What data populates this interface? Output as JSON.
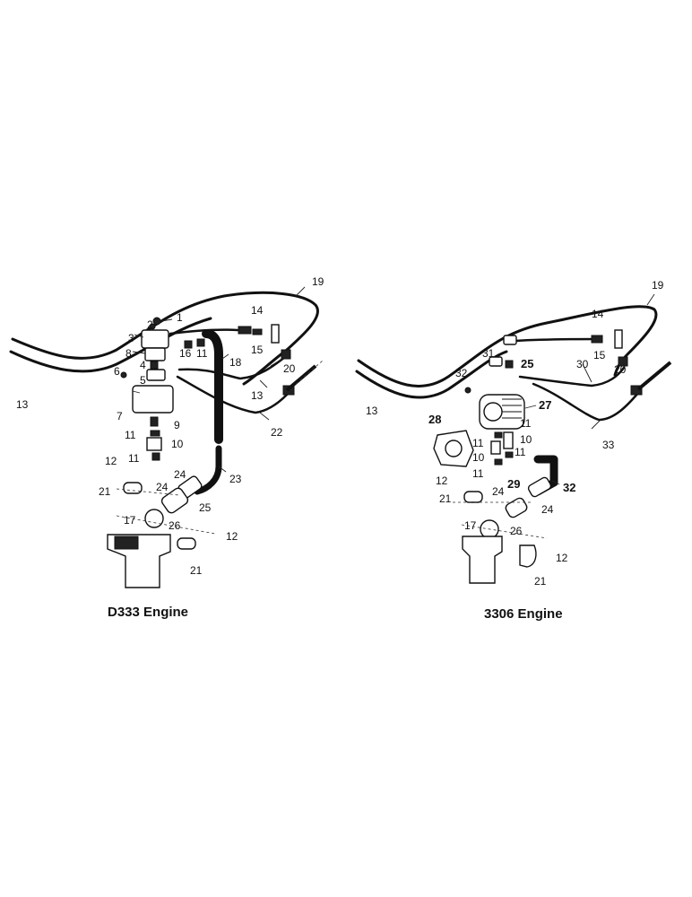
{
  "panels": [
    {
      "caption": "D333 Engine",
      "callouts": [
        "1",
        "2",
        "3",
        "8",
        "4",
        "5",
        "6",
        "7",
        "9",
        "11",
        "10",
        "11",
        "16",
        "11",
        "18",
        "14",
        "15",
        "20",
        "13",
        "22",
        "23",
        "24",
        "24",
        "25",
        "12",
        "21",
        "17",
        "26",
        "12",
        "21",
        "19",
        "13"
      ]
    },
    {
      "caption": "3306 Engine",
      "callouts": [
        "19",
        "14",
        "15",
        "20",
        "30",
        "33",
        "31",
        "25",
        "32",
        "27",
        "28",
        "11",
        "11",
        "10",
        "10",
        "11",
        "11",
        "32",
        "29",
        "12",
        "21",
        "24",
        "24",
        "17",
        "26",
        "12",
        "21",
        "13"
      ]
    }
  ]
}
